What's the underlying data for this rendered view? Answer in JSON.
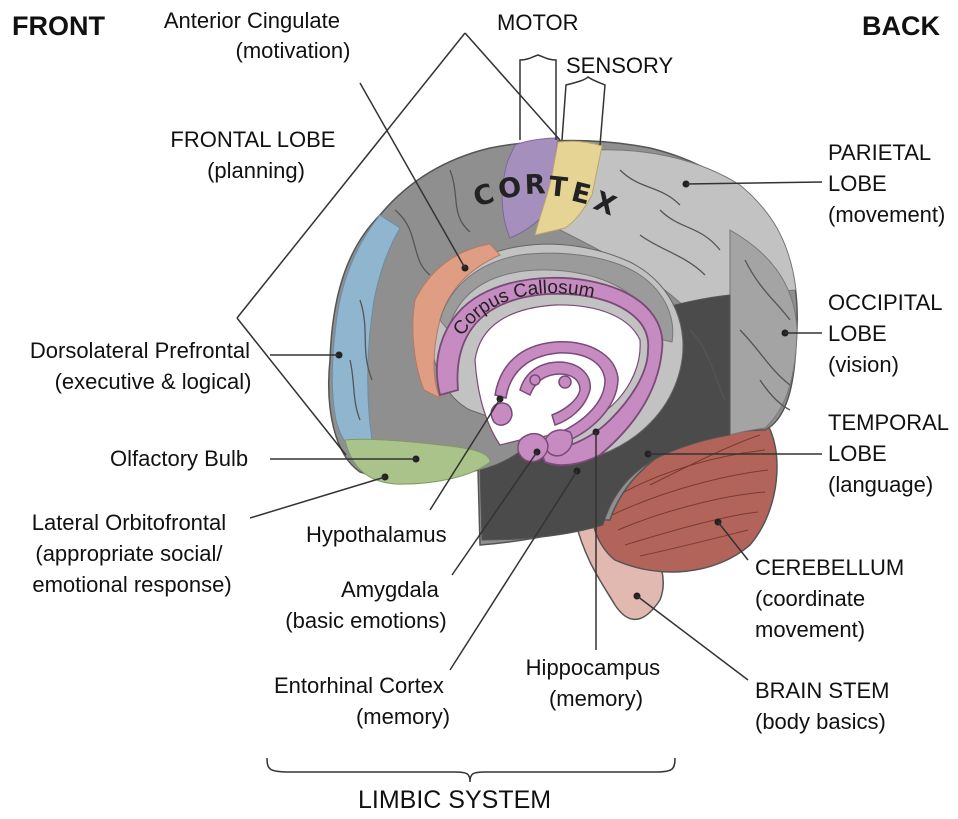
{
  "header": {
    "front": "FRONT",
    "back": "BACK"
  },
  "cortex": [
    "C",
    "O",
    "R",
    "T",
    "E",
    "X"
  ],
  "corpus_callosum": "Corpus Callosum",
  "labels": {
    "anterior_cingulate": [
      "Anterior Cingulate",
      "(motivation)"
    ],
    "motor": [
      "MOTOR"
    ],
    "sensory": [
      "SENSORY"
    ],
    "frontal_lobe": [
      "FRONTAL LOBE",
      "(planning)"
    ],
    "parietal_lobe": [
      "PARIETAL",
      "LOBE",
      "(movement)"
    ],
    "occipital_lobe": [
      "OCCIPITAL",
      "LOBE",
      "(vision)"
    ],
    "temporal_lobe": [
      "TEMPORAL",
      "LOBE",
      "(language)"
    ],
    "dorsolateral_prefrontal": [
      "Dorsolateral Prefrontal",
      "(executive & logical)"
    ],
    "olfactory_bulb": [
      "Olfactory Bulb"
    ],
    "lateral_orbitofrontal": [
      "Lateral Orbitofrontal",
      "(appropriate social/",
      "emotional response)"
    ],
    "hypothalamus": [
      "Hypothalamus"
    ],
    "amygdala": [
      "Amygdala",
      "(basic emotions)"
    ],
    "entorhinal_cortex": [
      "Entorhinal Cortex",
      "(memory)"
    ],
    "hippocampus": [
      "Hippocampus",
      "(memory)"
    ],
    "cerebellum": [
      "CEREBELLUM",
      "(coordinate",
      "movement)"
    ],
    "brain_stem": [
      "BRAIN STEM",
      "(body basics)"
    ],
    "limbic_system": [
      "LIMBIC SYSTEM"
    ]
  },
  "colors": {
    "frontal_gray": "#8f8f8f",
    "light_gray": "#c2c2c2",
    "dark_gray": "#4b4b4b",
    "prefrontal_blue": "#8fb5cf",
    "olfactory_green": "#a9c38a",
    "motor_purple": "#a48fbd",
    "sensory_yellow": "#e6d495",
    "cingulate_orange": "#df9e84",
    "limbic_pink": "#c68bc1",
    "cerebellum_red": "#b3645a",
    "stem_pink": "#e2b9b0"
  }
}
